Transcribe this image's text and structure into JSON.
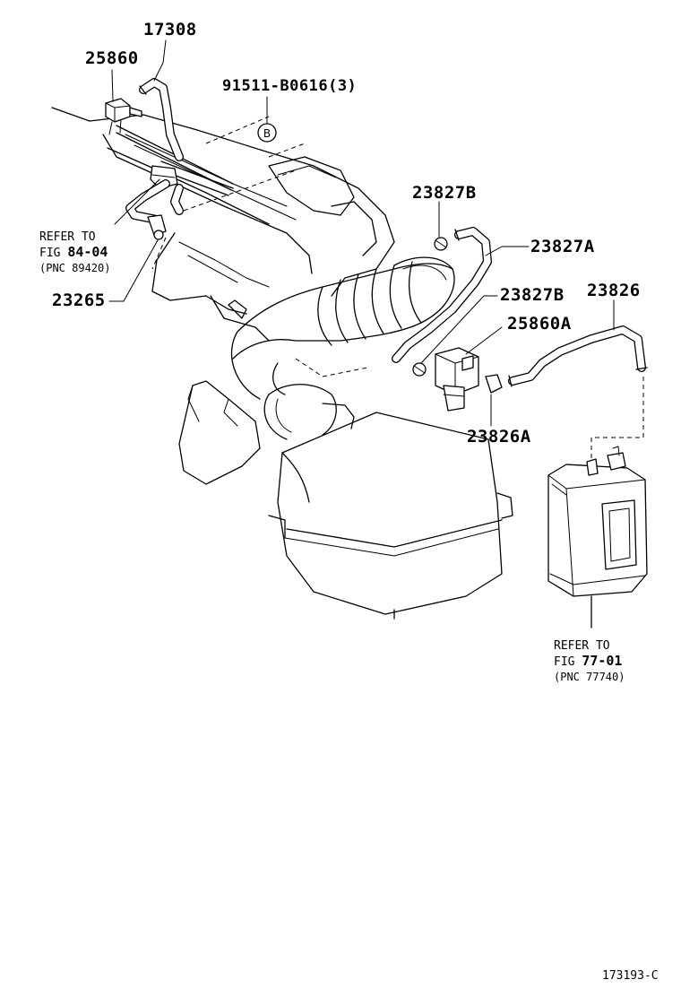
{
  "part_labels": {
    "p17308": "17308",
    "p25860": "25860",
    "p91511": "91511-B0616(3)",
    "p23827b_top": "23827B",
    "p23827a": "23827A",
    "p23827b_mid": "23827B",
    "p23826": "23826",
    "p25860a": "25860A",
    "p23826a": "23826A",
    "p23265": "23265"
  },
  "callout_b": "B",
  "ref_left": {
    "line1": "REFER TO",
    "fig_prefix": "FIG",
    "fig_number": "84-04",
    "pnc": "(PNC 89420)"
  },
  "ref_right": {
    "line1": "REFER TO",
    "fig_prefix": "FIG",
    "fig_number": "77-01",
    "pnc": "(PNC 77740)"
  },
  "figure_id": "173193-C"
}
